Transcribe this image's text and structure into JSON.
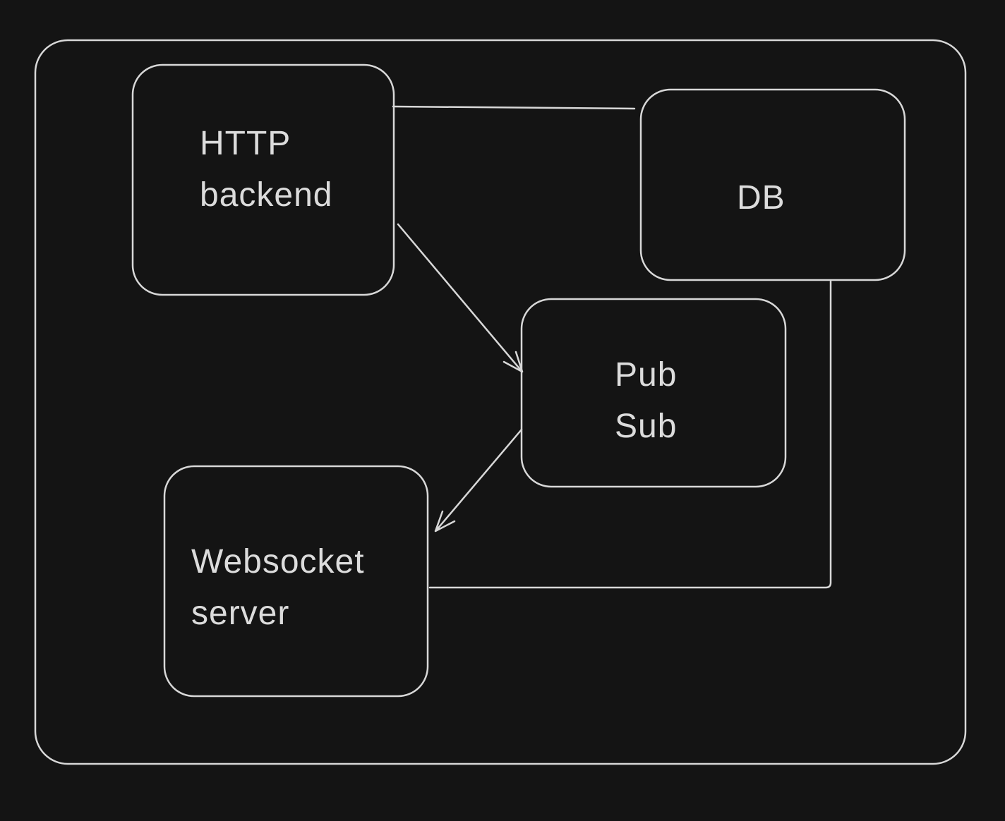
{
  "canvas": {
    "background": "#141414",
    "stroke_color": "#d8d8d8",
    "text_color": "#dcdcdc"
  },
  "diagram": {
    "nodes": {
      "http_backend": {
        "label": "HTTP\nbackend"
      },
      "db": {
        "label": "DB"
      },
      "pub_sub": {
        "label": "Pub\nSub"
      },
      "websocket_server": {
        "label": "Websocket\nserver"
      }
    },
    "edges": [
      {
        "from": "http_backend",
        "to": "db",
        "arrow": "none"
      },
      {
        "from": "http_backend",
        "to": "pub_sub",
        "arrow": "end"
      },
      {
        "from": "pub_sub",
        "to": "websocket_server",
        "arrow": "end"
      },
      {
        "from": "db",
        "to": "websocket_server",
        "arrow": "none"
      }
    ]
  }
}
